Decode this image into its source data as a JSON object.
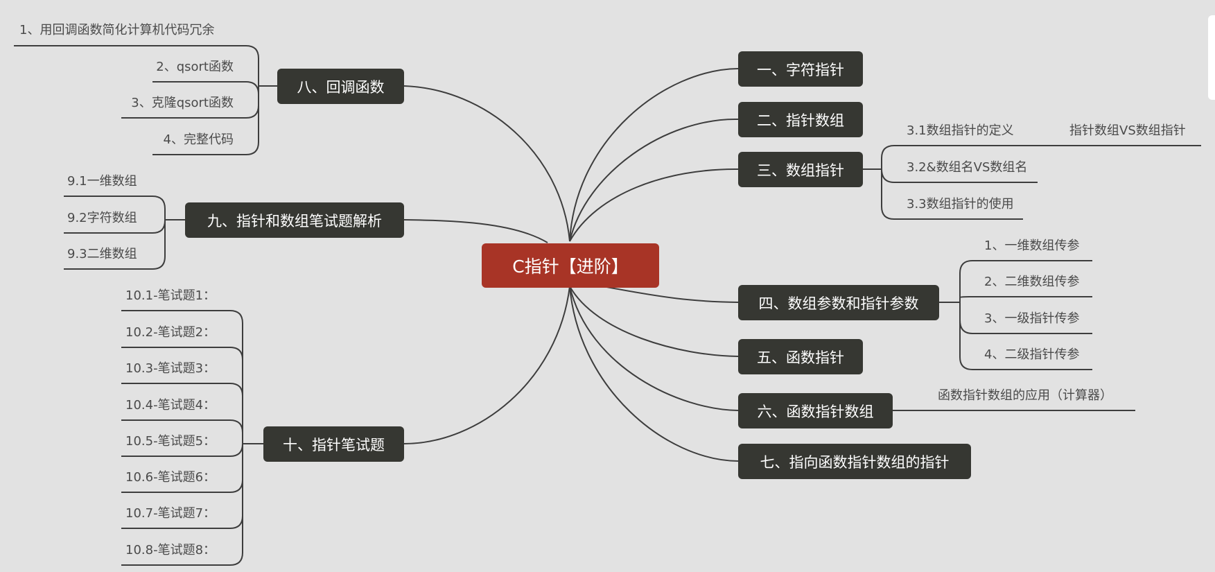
{
  "root": {
    "label": "C指针【进阶】"
  },
  "branches": {
    "b1": {
      "label": "一、字符指针"
    },
    "b2": {
      "label": "二、指针数组"
    },
    "b3": {
      "label": "三、数组指针",
      "children": [
        "3.1数组指针的定义",
        "3.2&数组名VS数组名",
        "3.3数组指针的使用"
      ],
      "grandchild": "指针数组VS数组指针"
    },
    "b4": {
      "label": "四、数组参数和指针参数",
      "children": [
        "1、一维数组传参",
        "2、二维数组传参",
        "3、一级指针传参",
        "4、二级指针传参"
      ]
    },
    "b5": {
      "label": "五、函数指针"
    },
    "b6": {
      "label": "六、函数指针数组",
      "children": [
        "函数指针数组的应用（计算器）"
      ]
    },
    "b7": {
      "label": "七、指向函数指针数组的指针"
    },
    "b8": {
      "label": "八、回调函数",
      "children": [
        "1、用回调函数简化计算机代码冗余",
        "2、qsort函数",
        "3、克隆qsort函数",
        "4、完整代码"
      ]
    },
    "b9": {
      "label": "九、指针和数组笔试题解析",
      "children": [
        "9.1一维数组",
        "9.2字符数组",
        "9.3二维数组"
      ]
    },
    "b10": {
      "label": "十、指针笔试题",
      "children": [
        "10.1-笔试题1：",
        "10.2-笔试题2：",
        "10.3-笔试题3：",
        "10.4-笔试题4：",
        "10.5-笔试题5：",
        "10.6-笔试题6：",
        "10.7-笔试题7：",
        "10.8-笔试题8："
      ]
    }
  },
  "colors": {
    "background": "#e2e2e2",
    "root": "#a83426",
    "node": "#363732",
    "line": "#3d3d3d"
  }
}
